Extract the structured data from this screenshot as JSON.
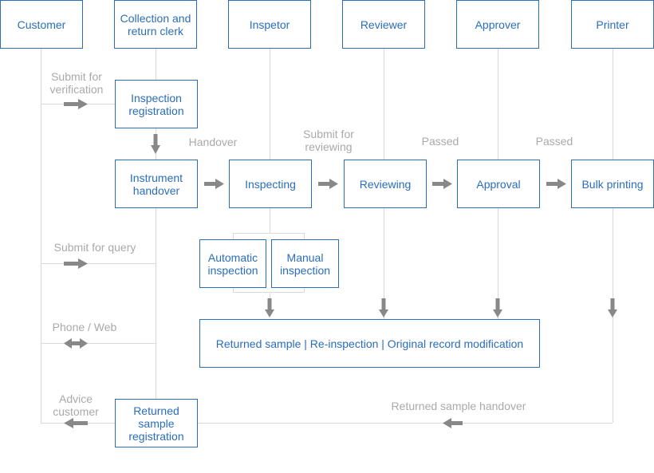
{
  "lanes": {
    "customer": "Customer",
    "clerk": "Collection and\nreturn clerk",
    "inspector": "Inspetor",
    "reviewer": "Reviewer",
    "approver": "Approver",
    "printer": "Printer"
  },
  "steps": {
    "inspection_registration": "Inspection\nregistration",
    "instrument_handover": "Instrument\nhandover",
    "inspecting": "Inspecting",
    "reviewing": "Reviewing",
    "approval": "Approval",
    "bulk_printing": "Bulk printing",
    "automatic_inspection": "Automatic\ninspection",
    "manual_inspection": "Manual\ninspection",
    "returned_bar": "Returned sample | Re-inspection | Original record modification",
    "returned_sample_registration": "Returned\nsample\nregistration"
  },
  "labels": {
    "submit_verification": "Submit for\nverification",
    "handover": "Handover",
    "submit_reviewing": "Submit for\nreviewing",
    "passed_1": "Passed",
    "passed_2": "Passed",
    "submit_query": "Submit for query",
    "phone_web": "Phone / Web",
    "advice_customer": "Advice\ncustomer",
    "returned_handover": "Returned sample handover"
  },
  "colors": {
    "box_border": "#2a6ebb",
    "text": "#2a6ebb",
    "label": "#a9a9a9",
    "line": "#d9d9d9",
    "arrow": "#888888"
  }
}
